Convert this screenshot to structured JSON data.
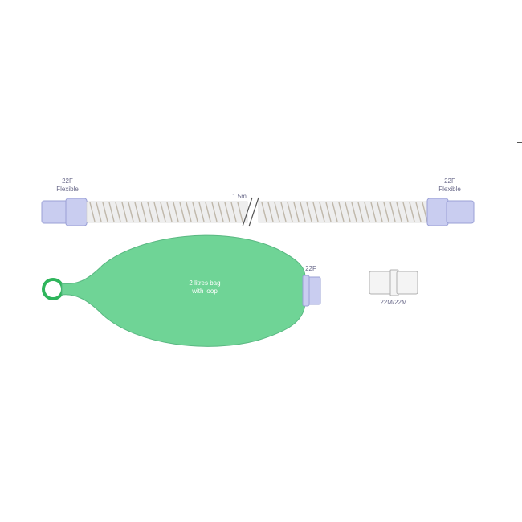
{
  "labels": {
    "left_connector": [
      "22F",
      "Flexible"
    ],
    "right_connector": [
      "22F",
      "Flexible"
    ],
    "tube_length": "1.5m",
    "bag_connector": "22F",
    "bag": [
      "2 litres bag",
      "with loop"
    ],
    "adapter": "22M/22M"
  },
  "colors": {
    "bag_fill": "#6fd496",
    "bag_stroke": "#5ab882",
    "loop_ring": "#2fb55c",
    "connector_fill": "#c9cdf0",
    "connector_stroke": "#9aa0d6",
    "tube_fill": "#eeeeee",
    "coil_stroke": "#bfb7aa",
    "adapter_fill": "#f4f4f4",
    "adapter_stroke": "#b0b0b0"
  },
  "icons": [
    "corrugated-tube-icon",
    "breathing-bag-icon",
    "adapter-icon"
  ]
}
